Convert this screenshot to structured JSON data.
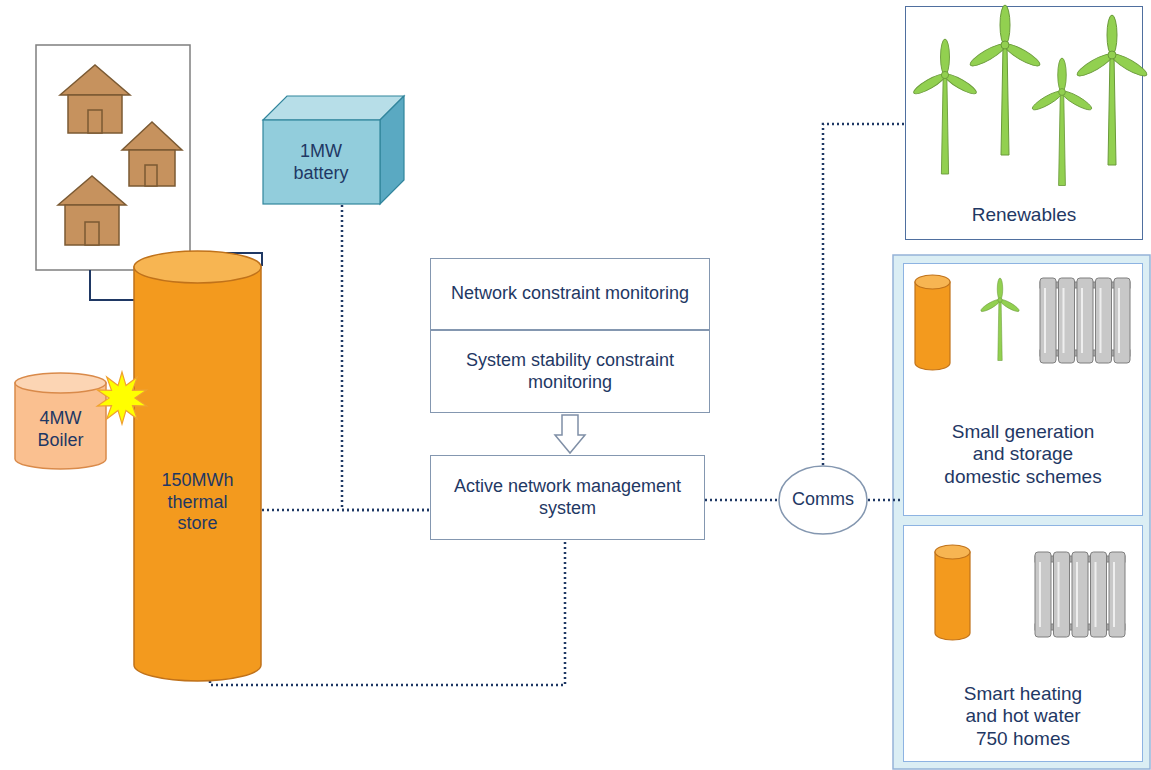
{
  "diagram": {
    "nodes": [
      {
        "text": [
          "1MW battery"
        ]
      },
      {
        "text": [
          "150MWh thermal store"
        ]
      },
      {
        "text": [
          "4MW Boiler"
        ]
      },
      {
        "text": [
          "Network constraint monitoring"
        ]
      },
      {
        "text": [
          "System stability constraint monitoring"
        ]
      },
      {
        "text": [
          "Active network management system"
        ]
      },
      {
        "text": [
          "Comms"
        ]
      },
      {
        "text": [
          "Renewables"
        ]
      },
      {
        "text": [
          "Small generation and storage domestic schemes"
        ]
      },
      {
        "text": [
          "Smart heating and hot water 750 homes"
        ]
      }
    ],
    "edges": [
      {
        "from": 0,
        "to": 5,
        "arrow": "none"
      },
      {
        "from": 1,
        "to": 5,
        "arrow": "none"
      },
      {
        "from": 1,
        "to": 5,
        "arrow": "none"
      },
      {
        "from": 5,
        "to": 6,
        "arrow": "none"
      },
      {
        "from": 6,
        "to": 7,
        "arrow": "none"
      },
      {
        "from": 6,
        "to": 8,
        "arrow": "none"
      },
      {
        "from": 4,
        "to": 5,
        "arrow": "to"
      }
    ]
  }
}
